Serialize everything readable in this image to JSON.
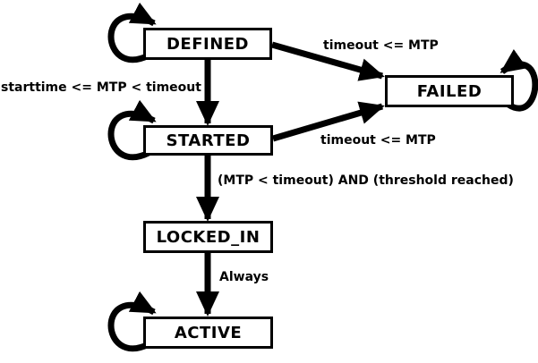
{
  "diagram": {
    "type": "state-machine",
    "colors": {
      "ink": "#000000",
      "background": "#ffffff"
    },
    "states": [
      {
        "id": "defined",
        "label": "DEFINED",
        "self_loop": true
      },
      {
        "id": "started",
        "label": "STARTED",
        "self_loop": true
      },
      {
        "id": "failed",
        "label": "FAILED",
        "self_loop": true
      },
      {
        "id": "locked_in",
        "label": "LOCKED_IN",
        "self_loop": false
      },
      {
        "id": "active",
        "label": "ACTIVE",
        "self_loop": true
      }
    ],
    "transitions": [
      {
        "from": "defined",
        "to": "started",
        "label": "starttime <= MTP < timeout"
      },
      {
        "from": "defined",
        "to": "failed",
        "label": "timeout <= MTP"
      },
      {
        "from": "started",
        "to": "failed",
        "label": "timeout <= MTP"
      },
      {
        "from": "started",
        "to": "locked_in",
        "label": "(MTP < timeout) AND (threshold reached)"
      },
      {
        "from": "locked_in",
        "to": "active",
        "label": "Always"
      }
    ]
  }
}
